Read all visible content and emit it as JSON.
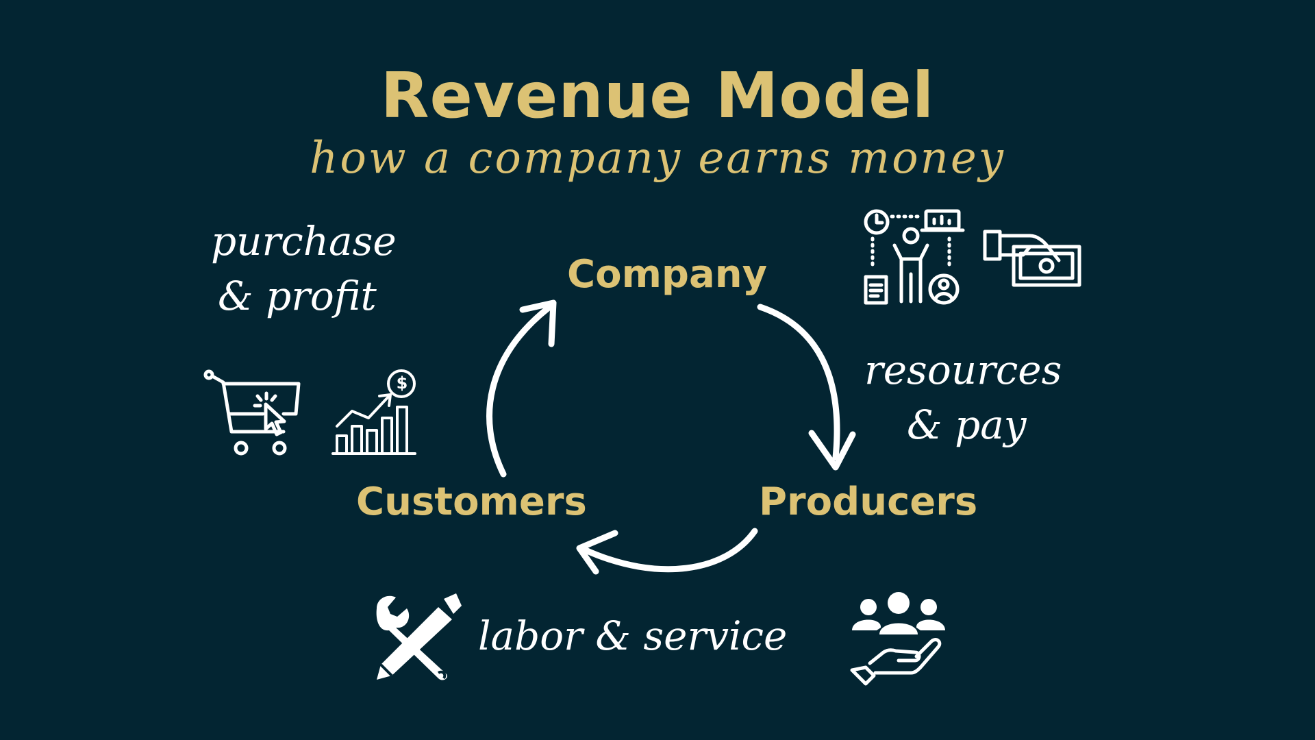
{
  "title": "Revenue Model",
  "subtitle": "how a company earns money",
  "nodes": {
    "company": "Company",
    "producers": "Producers",
    "customers": "Customers"
  },
  "flows": {
    "purchase_line1": "purchase",
    "purchase_line2": "& profit",
    "resources_line1": "resources",
    "resources_line2": "& pay",
    "labor": "labor & service"
  },
  "icon_dollar_symbol": "$",
  "colors": {
    "background": "#032532",
    "accent": "#dcc274",
    "line": "#ffffff"
  },
  "icons": [
    "shopping-cart-icon",
    "growth-chart-icon",
    "workflow-person-icon",
    "cash-hand-icon",
    "tools-icon",
    "team-care-icon"
  ]
}
